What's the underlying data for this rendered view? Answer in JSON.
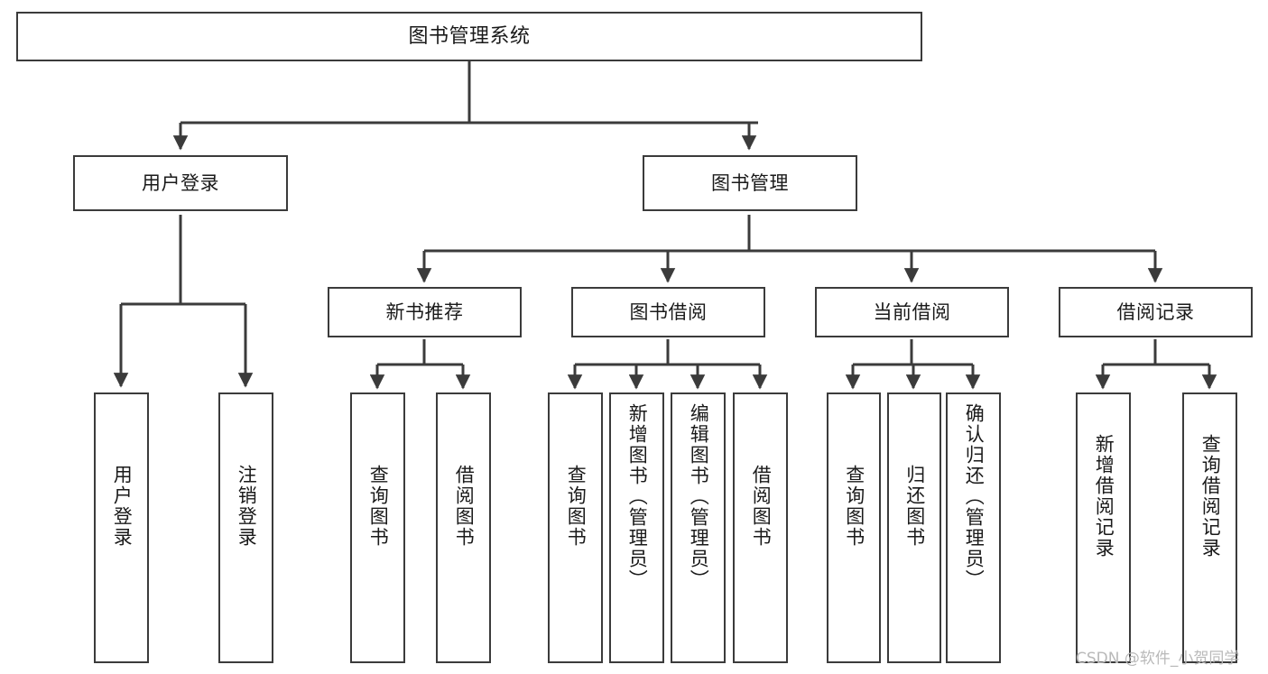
{
  "diagram": {
    "title": "图书管理系统",
    "type": "tree-hierarchy-chart",
    "root": {
      "label": "图书管理系统"
    },
    "level1": [
      {
        "label": "用户登录"
      },
      {
        "label": "图书管理"
      }
    ],
    "level2": [
      {
        "label": "新书推荐"
      },
      {
        "label": "图书借阅"
      },
      {
        "label": "当前借阅"
      },
      {
        "label": "借阅记录"
      }
    ],
    "leaves": {
      "user_login": [
        {
          "label": "用户登录"
        },
        {
          "label": "注销登录"
        }
      ],
      "new_book_recommend": [
        {
          "label": "查询图书"
        },
        {
          "label": "借阅图书"
        }
      ],
      "book_borrow": [
        {
          "label": "查询图书"
        },
        {
          "label": "新增图书（管理员）"
        },
        {
          "label": "编辑图书（管理员）"
        },
        {
          "label": "借阅图书"
        }
      ],
      "current_borrow": [
        {
          "label": "查询图书"
        },
        {
          "label": "归还图书"
        },
        {
          "label": "确认归还（管理员）"
        }
      ],
      "borrow_record": [
        {
          "label": "新增借阅记录"
        },
        {
          "label": "查询借阅记录"
        }
      ]
    },
    "watermark": "CSDN @软件_小贺同学",
    "colors": {
      "stroke": "#3b3b3b",
      "background": "#ffffff",
      "text": "#1a1a1a",
      "watermark": "#b9b9b9"
    }
  }
}
